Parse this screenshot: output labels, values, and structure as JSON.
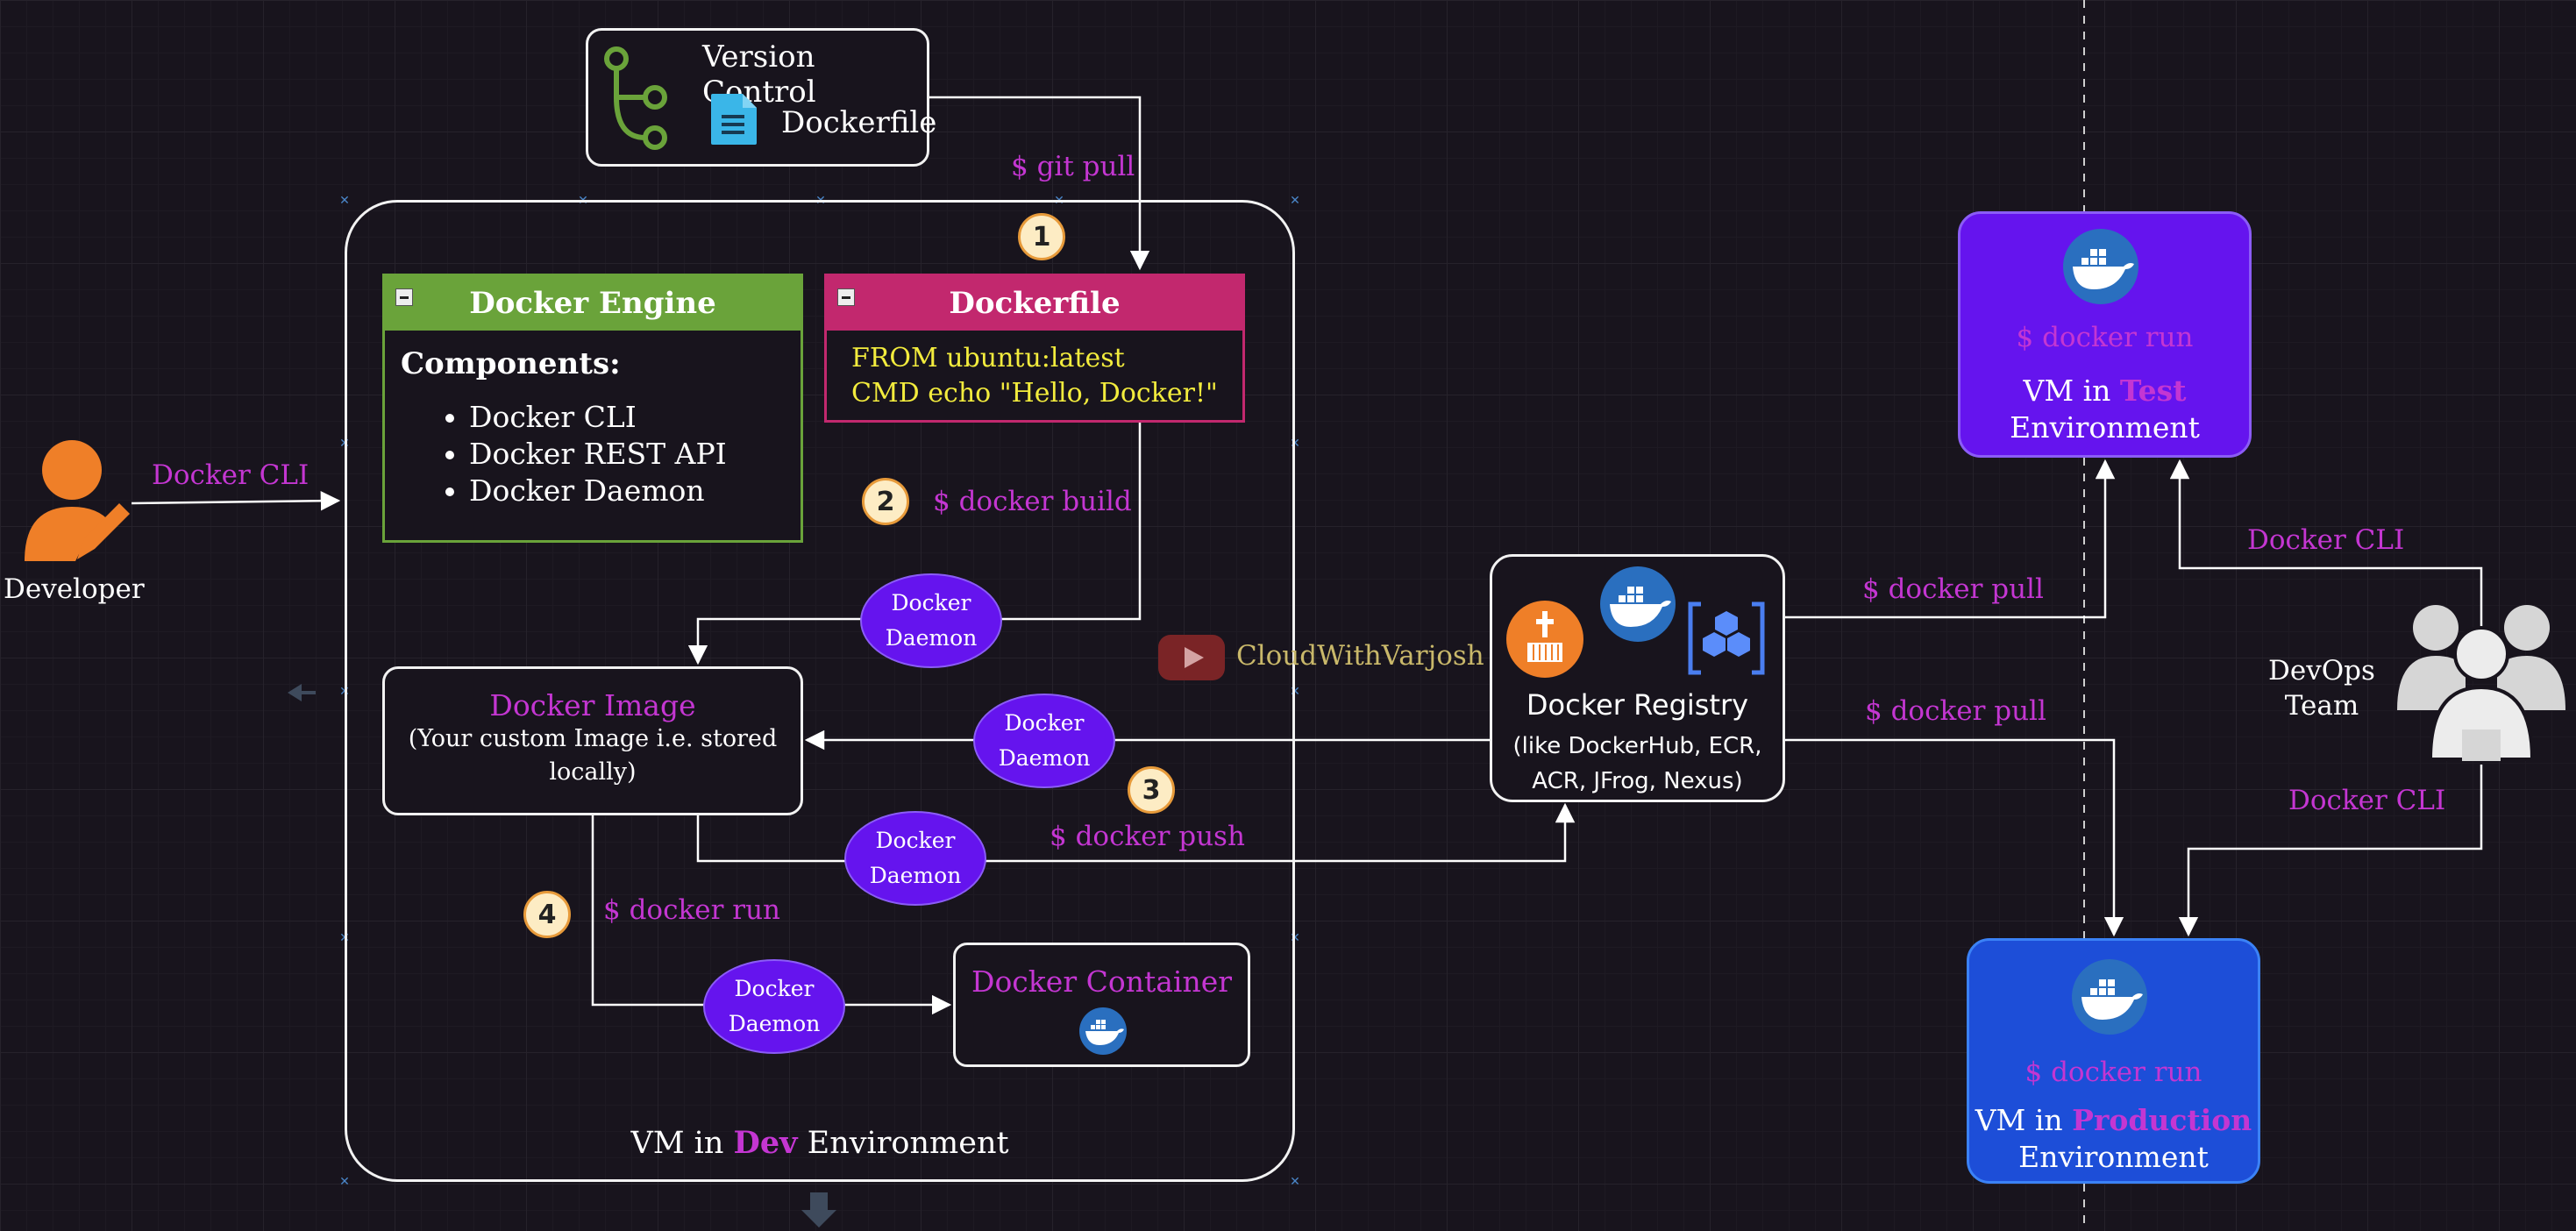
{
  "version_control": {
    "title": "Version Control",
    "file": "Dockerfile"
  },
  "docker_engine": {
    "title": "Docker Engine",
    "components_heading": "Components:",
    "components": [
      "Docker CLI",
      "Docker REST API",
      "Docker Daemon"
    ]
  },
  "dockerfile": {
    "title": "Dockerfile",
    "line1": "FROM ubuntu:latest",
    "line2": "CMD echo \"Hello, Docker!\""
  },
  "docker_image": {
    "title": "Docker Image",
    "desc": "(Your custom Image i.e. stored locally)"
  },
  "docker_container": {
    "title": "Docker Container"
  },
  "vm_dev": {
    "prefix": "VM in ",
    "env": "Dev",
    "suffix": " Environment"
  },
  "developer": {
    "label": "Developer"
  },
  "devops": {
    "label_line1": "DevOps",
    "label_line2": "Team"
  },
  "registry": {
    "title": "Docker Registry",
    "desc_line1": "(like DockerHub, ECR,",
    "desc_line2": "ACR, JFrog, Nexus)"
  },
  "vm_test": {
    "cmd": "$ docker run",
    "prefix": "VM in ",
    "env": "Test",
    "line2": "Environment"
  },
  "vm_prod": {
    "cmd": "$ docker run",
    "prefix": "VM in ",
    "env": "Production",
    "line2": "Environment"
  },
  "daemon": {
    "line1": "Docker",
    "line2": "Daemon"
  },
  "labels": {
    "git_pull": "$ git pull",
    "docker_cli_dev": "Docker CLI",
    "docker_build": "$ docker build",
    "docker_push": "$ docker push",
    "docker_run": "$ docker run",
    "docker_pull_test": "$ docker pull",
    "docker_pull_prod": "$ docker pull",
    "docker_cli_test": "Docker CLI",
    "docker_cli_prod": "Docker CLI"
  },
  "steps": [
    "1",
    "2",
    "3",
    "4"
  ],
  "watermark": {
    "text": "CloudWithVarjosh"
  },
  "colors": {
    "accent": "#c436d2",
    "engine": "#6aa33a",
    "dockerfile": "#c2286e",
    "daemon": "#6514ee",
    "vm_test": "#6514ee",
    "vm_prod": "#1d4ed8",
    "code": "#f3ec3d",
    "developer": "#ef7f28"
  }
}
